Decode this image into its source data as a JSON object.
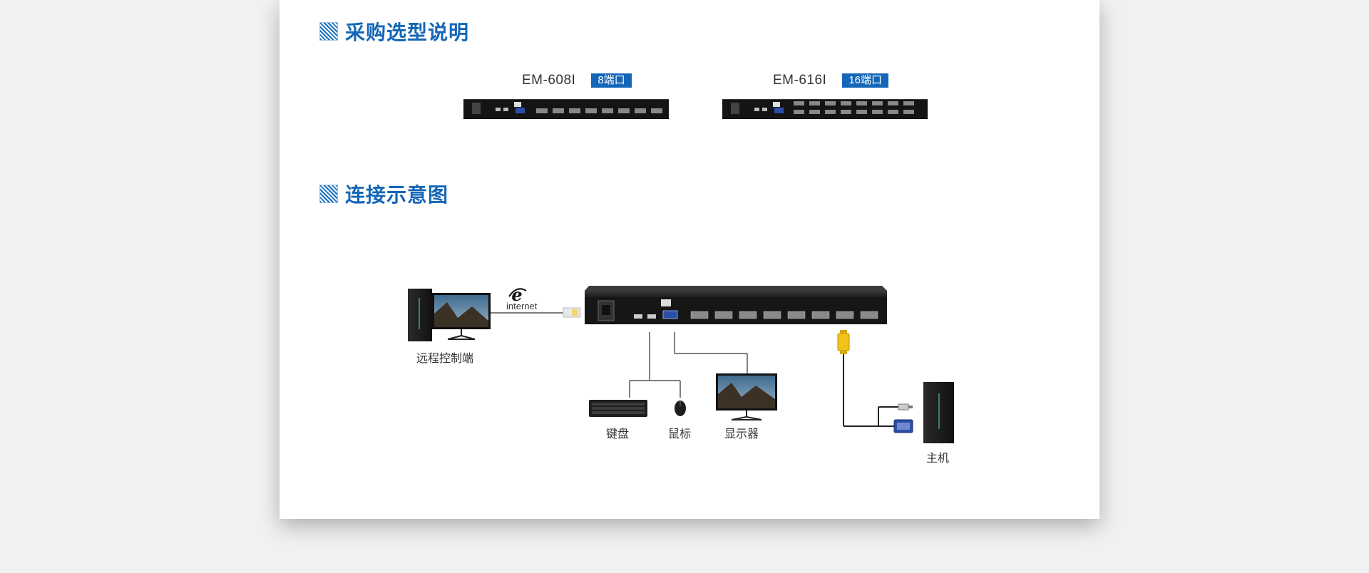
{
  "sections": {
    "purchase_title": "采购选型说明",
    "connection_title": "连接示意图"
  },
  "models": [
    {
      "name": "EM-608I",
      "badge": "8端口"
    },
    {
      "name": "EM-616I",
      "badge": "16端口"
    }
  ],
  "diagram": {
    "remote_label": "远程控制端",
    "internet_label": "internet",
    "keyboard_label": "键盘",
    "mouse_label": "鼠标",
    "monitor_label": "显示器",
    "host_label": "主机"
  },
  "colors": {
    "accent": "#1466b8",
    "device_body": "#1c1c1c",
    "line": "#555555",
    "vga_port": "#2c4ea8",
    "adapter": "#f2c318"
  }
}
